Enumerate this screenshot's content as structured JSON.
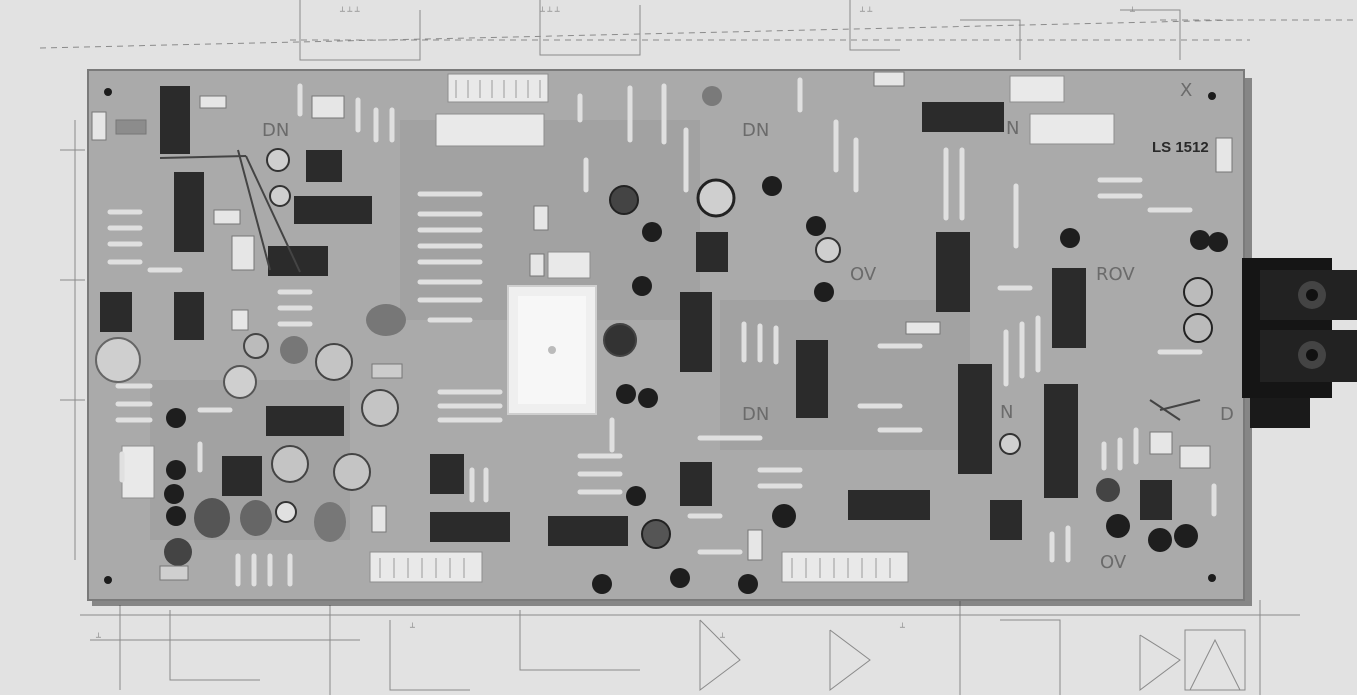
{
  "photo": {
    "subject": "printed-circuit-board-on-schematic",
    "palette": {
      "paper": "#e4e4e4",
      "schematic_ink": "#8a8a8a",
      "pcb": "#a9a9a9",
      "pcb_edge": "#7a7a7a",
      "ic": "#2a2a2a",
      "component_light": "#d6d6d6",
      "connector": "#e8e8e8",
      "relay": "#f2f2f2"
    }
  },
  "board": {
    "label_model": "LS 1512",
    "silk_dn": "DN",
    "silk_ov": "OV",
    "silk_rov": "ROV",
    "silk_n": "N",
    "silk_d": "D",
    "silk_x": "X"
  }
}
